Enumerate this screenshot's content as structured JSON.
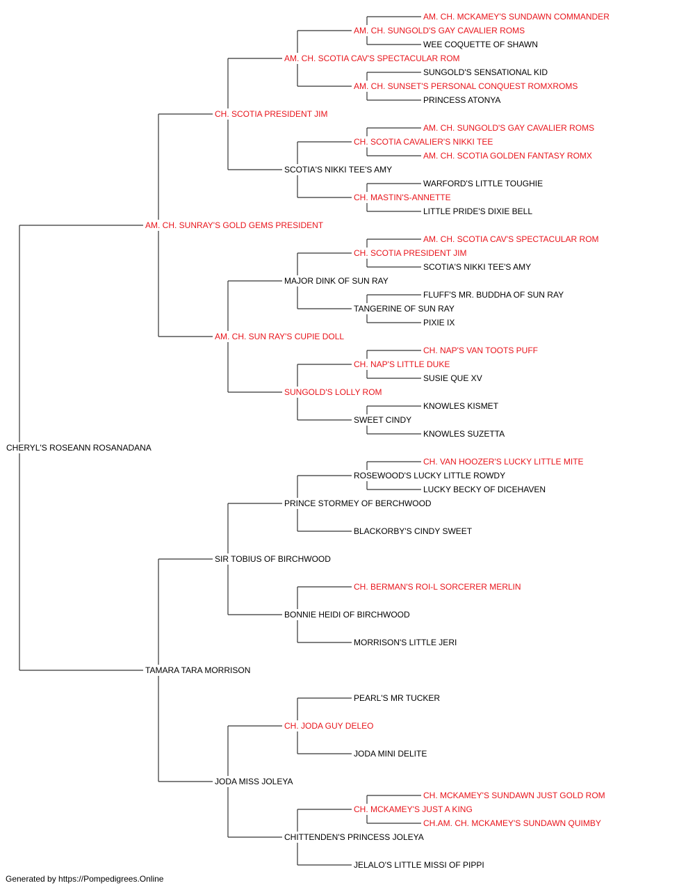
{
  "colors": {
    "champion": "#e8141b",
    "normal": "#000000",
    "lines": "#333333"
  },
  "pedigree": {
    "subject": {
      "name": "CHERYL'S ROSEANN ROSANADANA",
      "ch": false
    },
    "sire": {
      "name": "AM. CH. SUNRAY'S GOLD GEMS PRESIDENT",
      "ch": true
    },
    "dam": {
      "name": "TAMARA TARA MORRISON",
      "ch": false
    },
    "grandparents": [
      {
        "name": "CH. SCOTIA PRESIDENT JIM",
        "ch": true
      },
      {
        "name": "AM. CH. SUN RAY'S CUPIE DOLL",
        "ch": true
      },
      {
        "name": "SIR TOBIUS OF BIRCHWOOD",
        "ch": false
      },
      {
        "name": "JODA MISS JOLEYA",
        "ch": false
      }
    ],
    "great_grandparents": [
      {
        "name": "AM. CH. SCOTIA CAV'S SPECTACULAR ROM",
        "ch": true
      },
      {
        "name": "SCOTIA'S NIKKI TEE'S AMY",
        "ch": false
      },
      {
        "name": "MAJOR DINK OF SUN RAY",
        "ch": false
      },
      {
        "name": "SUNGOLD'S LOLLY ROM",
        "ch": true
      },
      {
        "name": "PRINCE STORMEY OF BERCHWOOD",
        "ch": false
      },
      {
        "name": "BONNIE HEIDI OF BIRCHWOOD",
        "ch": false
      },
      {
        "name": "CH. JODA GUY DELEO",
        "ch": true
      },
      {
        "name": "CHITTENDEN'S PRINCESS JOLEYA",
        "ch": false
      }
    ],
    "gen4": [
      {
        "name": "AM. CH. SUNGOLD'S GAY CAVALIER ROMS",
        "ch": true
      },
      {
        "name": "AM. CH. SUNSET'S PERSONAL CONQUEST ROMXROMS",
        "ch": true
      },
      {
        "name": "CH. SCOTIA CAVALIER'S NIKKI TEE",
        "ch": true
      },
      {
        "name": "CH. MASTIN'S-ANNETTE",
        "ch": true
      },
      {
        "name": "CH. SCOTIA PRESIDENT JIM",
        "ch": true
      },
      {
        "name": "TANGERINE OF SUN RAY",
        "ch": false
      },
      {
        "name": "CH. NAP'S LITTLE DUKE",
        "ch": true
      },
      {
        "name": "SWEET CINDY",
        "ch": false
      },
      {
        "name": "ROSEWOOD'S LUCKY LITTLE ROWDY",
        "ch": false
      },
      {
        "name": "BLACKORBY'S CINDY SWEET",
        "ch": false
      },
      {
        "name": "CH. BERMAN'S ROI-L SORCERER MERLIN",
        "ch": true
      },
      {
        "name": "MORRISON'S LITTLE JERI",
        "ch": false
      },
      {
        "name": "PEARL'S MR TUCKER",
        "ch": false
      },
      {
        "name": "JODA MINI DELITE",
        "ch": false
      },
      {
        "name": "CH. MCKAMEY'S JUST A KING",
        "ch": true
      },
      {
        "name": "JELALO'S LITTLE MISSI OF PIPPI",
        "ch": false
      }
    ],
    "gen5": [
      {
        "name": "AM. CH. MCKAMEY'S SUNDAWN COMMANDER",
        "ch": true
      },
      {
        "name": "WEE COQUETTE OF SHAWN",
        "ch": false
      },
      {
        "name": "SUNGOLD'S SENSATIONAL KID",
        "ch": false
      },
      {
        "name": "PRINCESS ATONYA",
        "ch": false
      },
      {
        "name": "AM. CH. SUNGOLD'S GAY CAVALIER ROMS",
        "ch": true
      },
      {
        "name": "AM. CH. SCOTIA GOLDEN FANTASY ROMX",
        "ch": true
      },
      {
        "name": "WARFORD'S LITTLE TOUGHIE",
        "ch": false
      },
      {
        "name": "LITTLE PRIDE'S DIXIE BELL",
        "ch": false
      },
      {
        "name": "AM. CH. SCOTIA CAV'S SPECTACULAR ROM",
        "ch": true
      },
      {
        "name": "SCOTIA'S NIKKI TEE'S AMY",
        "ch": false
      },
      {
        "name": "FLUFF'S MR. BUDDHA OF SUN RAY",
        "ch": false
      },
      {
        "name": "PIXIE IX",
        "ch": false
      },
      {
        "name": "CH. NAP'S VAN TOOTS PUFF",
        "ch": true
      },
      {
        "name": "SUSIE QUE XV",
        "ch": false
      },
      {
        "name": "KNOWLES KISMET",
        "ch": false
      },
      {
        "name": "KNOWLES SUZETTA",
        "ch": false
      },
      {
        "name": "CH. VAN HOOZER'S LUCKY LITTLE MITE",
        "ch": true
      },
      {
        "name": "LUCKY BECKY OF DICEHAVEN",
        "ch": false
      },
      {
        "name": "",
        "ch": false
      },
      {
        "name": "",
        "ch": false
      },
      {
        "name": "",
        "ch": false
      },
      {
        "name": "",
        "ch": false
      },
      {
        "name": "",
        "ch": false
      },
      {
        "name": "",
        "ch": false
      },
      {
        "name": "",
        "ch": false
      },
      {
        "name": "",
        "ch": false
      },
      {
        "name": "",
        "ch": false
      },
      {
        "name": "",
        "ch": false
      },
      {
        "name": "CH. MCKAMEY'S SUNDAWN JUST GOLD ROM",
        "ch": true
      },
      {
        "name": "CH.AM. CH. MCKAMEY'S SUNDAWN QUIMBY",
        "ch": true
      },
      {
        "name": "",
        "ch": false
      },
      {
        "name": "",
        "ch": false
      }
    ]
  },
  "footer": "Generated by https://Pompedigrees.Online"
}
